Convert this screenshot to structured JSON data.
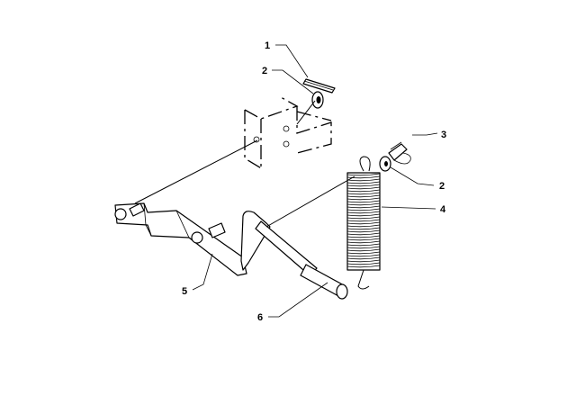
{
  "diagram": {
    "callouts": [
      {
        "id": "callout-1",
        "text": "1"
      },
      {
        "id": "callout-2a",
        "text": "2"
      },
      {
        "id": "callout-3",
        "text": "3"
      },
      {
        "id": "callout-2b",
        "text": "2"
      },
      {
        "id": "callout-4",
        "text": "4"
      },
      {
        "id": "callout-5",
        "text": "5"
      },
      {
        "id": "callout-6",
        "text": "6"
      }
    ]
  }
}
